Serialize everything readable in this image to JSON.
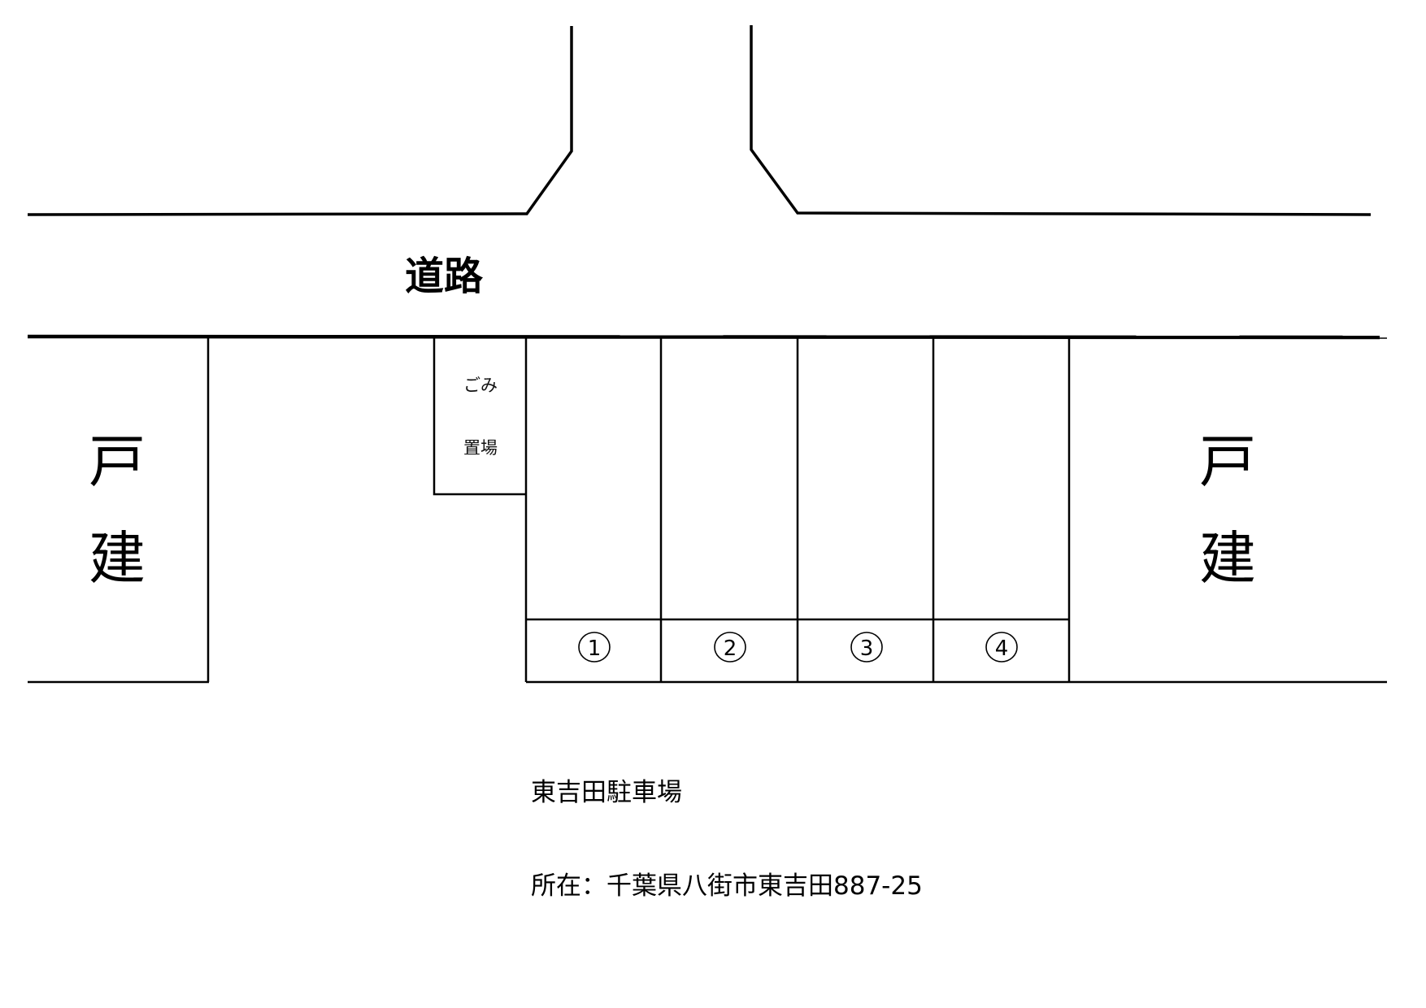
{
  "map": {
    "road_label": "道路",
    "left_house": {
      "line1": "戸",
      "line2": "建"
    },
    "right_house": {
      "line1": "戸",
      "line2": "建"
    },
    "garbage_area": {
      "line1": "ごみ",
      "line2": "置場"
    },
    "parking_spaces": [
      {
        "number": "1",
        "label": "①"
      },
      {
        "number": "2",
        "label": "②"
      },
      {
        "number": "3",
        "label": "③"
      },
      {
        "number": "4",
        "label": "④"
      }
    ]
  },
  "info": {
    "name": "東吉田駐車場",
    "address": "所在：千葉県八街市東吉田887-25"
  },
  "colors": {
    "line": "#000000",
    "background": "#ffffff"
  }
}
